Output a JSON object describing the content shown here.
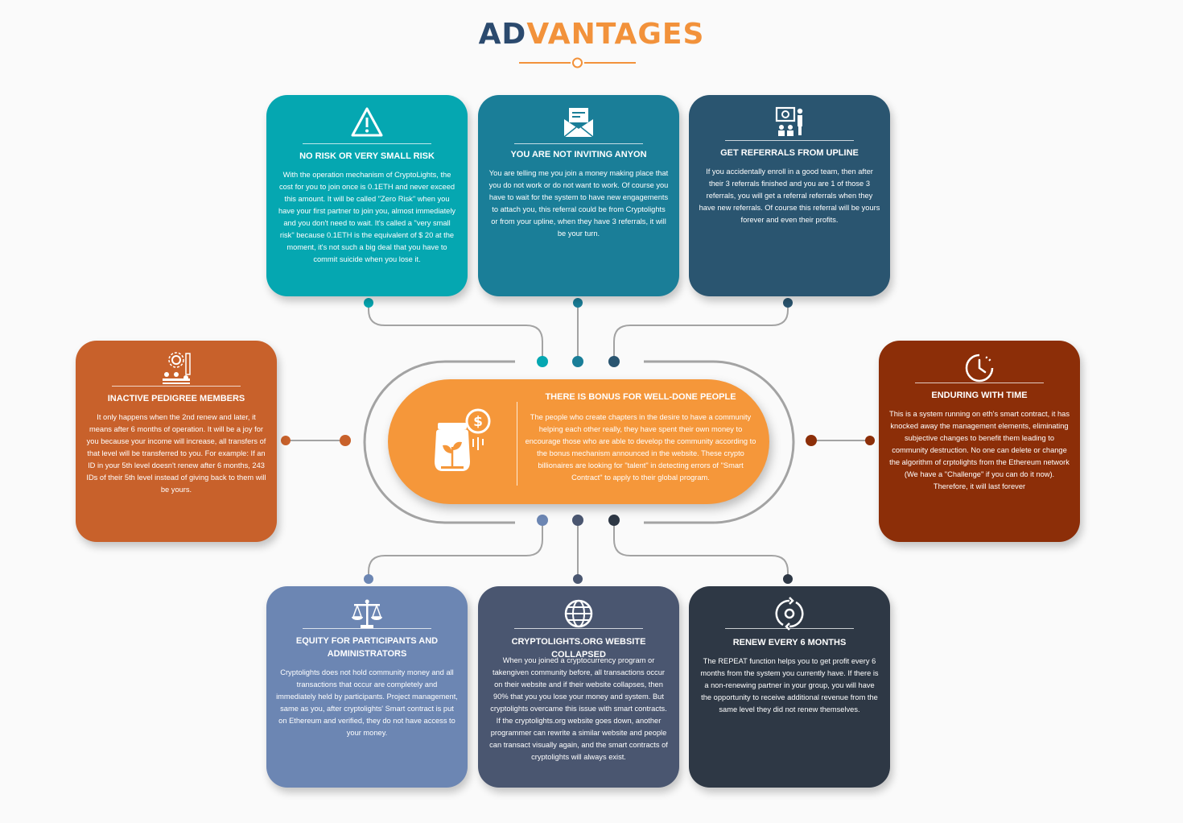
{
  "title": {
    "part1": "AD",
    "part2": "VANTAGES"
  },
  "colors": {
    "teal": "#05a7b1",
    "blue_teal": "#1a7e98",
    "navy": "#2a5570",
    "orange": "#c8612b",
    "rust": "#8c2e08",
    "slate_blue": "#6c86b3",
    "slate": "#4a5670",
    "charcoal": "#2e3845",
    "center": "#f5973a",
    "title_dark": "#2b4a6e",
    "title_accent": "#f2923b"
  },
  "center": {
    "icon": "plant-jar-dollar-icon",
    "title": "THERE IS BONUS FOR WELL-DONE PEOPLE",
    "text": "The people who create chapters in the desire to have a community helping each other really, they have spent their own money to encourage those who are able to develop the community according to the bonus mechanism announced in the website. These crypto billionaires are looking for \"talent\" in detecting errors of \"Smart Contract\" to apply to their global program."
  },
  "cards": {
    "risk": {
      "icon": "warning-icon",
      "title": "NO RISK OR VERY SMALL RISK",
      "text": "With the operation mechanism of CryptoLights, the cost for you to join once is 0.1ETH and never exceed this amount. It will be called \"Zero Risk\" when you have your first partner to join you, almost immediately and you don't need to wait. It's called a \"very small risk\" because 0.1ETH is the equivalent of $ 20 at the moment, it's not such a big deal that you have to commit suicide when you lose it."
    },
    "inviting": {
      "icon": "envelope-letter-icon",
      "title": "YOU ARE NOT INVITING ANYON",
      "text": "You are telling me you join a money making place that you do not work or do not want to work. Of course you have to wait for the system to have new engagements to attach you, this referral could be from Cryptolights or from your upline, when they have 3 referrals, it will be your turn."
    },
    "upline": {
      "icon": "presentation-board-icon",
      "title": "GET REFERRALS FROM UPLINE",
      "text": "If you accidentally enroll in a good team, then after their 3 referrals finished and you are 1 of those 3 referrals, you will get a referral referrals when they have new referrals. Of course this referral will be yours forever and even their profits."
    },
    "pedigree": {
      "icon": "team-network-icon",
      "title": "INACTIVE PEDIGREE MEMBERS",
      "text": "It only happens when the 2nd renew and later, it means after 6 months of operation. It will be a joy for you because your income will increase, all transfers of that level will be transferred to you. For example: If an ID in your 5th level doesn't renew after 6 months, 243 IDs of their 5th level instead of giving back to them will be yours."
    },
    "enduring": {
      "icon": "clock-icon",
      "title": "ENDURING WITH TIME",
      "text": "This is a system running on eth's smart contract, it has knocked away the management elements, eliminating subjective changes to benefit them leading to community destruction. No one can delete or change the algorithm of crptolights from the Ethereum network (We have a \"Challenge\" if you can do it now). Therefore, it will last forever"
    },
    "equity": {
      "icon": "scales-icon",
      "title": "EQUITY FOR PARTICIPANTS AND ADMINISTRATORS",
      "text": "Cryptolights does not hold community money and all transactions that occur are completely and immediately held by participants. Project management, same as you, after cryptolights' Smart contract is put on Ethereum and verified, they do not have access to your money."
    },
    "collapsed": {
      "icon": "globe-icon",
      "title": "CRYPTOLIGHTS.ORG WEBSITE COLLAPSED",
      "text": "When you joined a cryptocurrency program or takengiven community before, all transactions occur on their website and if their website collapses, then 90% that you you lose your money and system. But cryptolights overcame this issue with smart contracts. If the cryptolights.org website goes down, another programmer can rewrite a similar website and people can transact visually again, and the smart contracts of cryptolights will always exist."
    },
    "renew": {
      "icon": "refresh-icon",
      "title": "RENEW EVERY 6 MONTHS",
      "text": "The REPEAT function helps you to get profit every 6 months from the system you currently have. If there is a non-renewing partner in your group, you will have the opportunity to receive additional revenue from the same level they did not renew themselves."
    }
  }
}
